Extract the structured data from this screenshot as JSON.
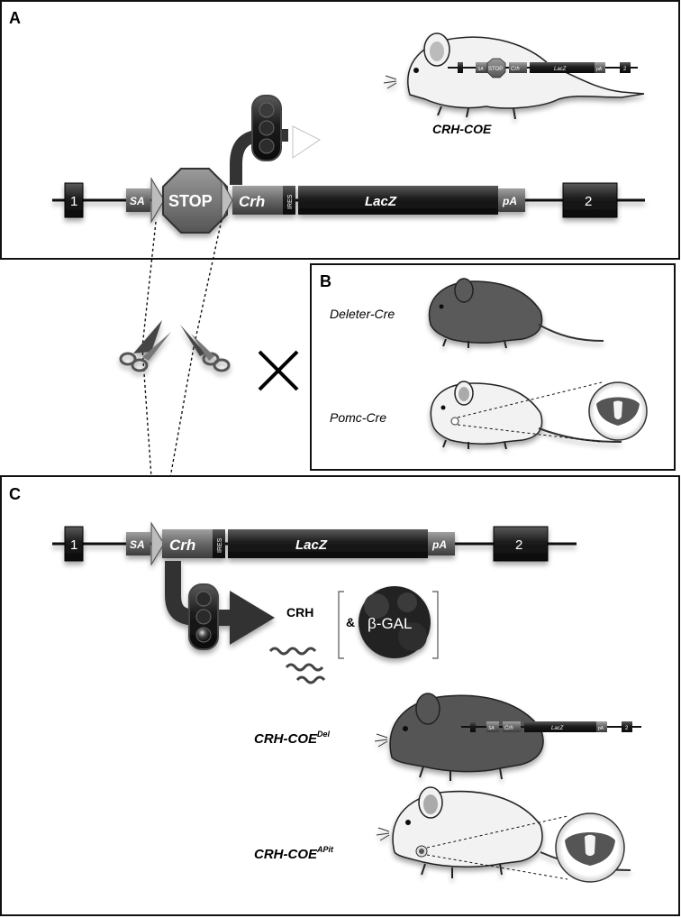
{
  "panels": {
    "a": {
      "letter": "A",
      "mouse_label": "CRH-COE"
    },
    "b": {
      "letter": "B",
      "deleter_label": "Deleter-Cre",
      "pomc_label": "Pomc-Cre"
    },
    "c": {
      "letter": "C",
      "del_label": "CRH-COE",
      "del_super": "Del",
      "apit_label": "CRH-COE",
      "apit_super": "APit",
      "protein_crh": "CRH",
      "protein_amp": "&",
      "protein_bgal": "β-GAL"
    }
  },
  "construct_a": {
    "exon1": "1",
    "sa": "SA",
    "stop": "STOP",
    "crh": "Crh",
    "ires": "IRES",
    "lacz": "LacZ",
    "pa": "pA",
    "exon2": "2"
  },
  "construct_c": {
    "exon1": "1",
    "sa": "SA",
    "crh": "Crh",
    "ires": "IRES",
    "lacz": "LacZ",
    "pa": "pA",
    "exon2": "2"
  },
  "mini_construct_a": {
    "sa": "SA",
    "stop": "STOP",
    "crh": "Crh",
    "lacz": "LacZ",
    "pa": "pA",
    "exon2": "2"
  },
  "mini_construct_c": {
    "sa": "SA",
    "crh": "Crh",
    "lacz": "LacZ",
    "pa": "pA",
    "exon2": "2"
  },
  "colors": {
    "dark_block": "#1a1a1a",
    "mid_block": "#6e6e6e",
    "mouse_dark": "#555555",
    "mouse_light": "#f2f2f2"
  }
}
